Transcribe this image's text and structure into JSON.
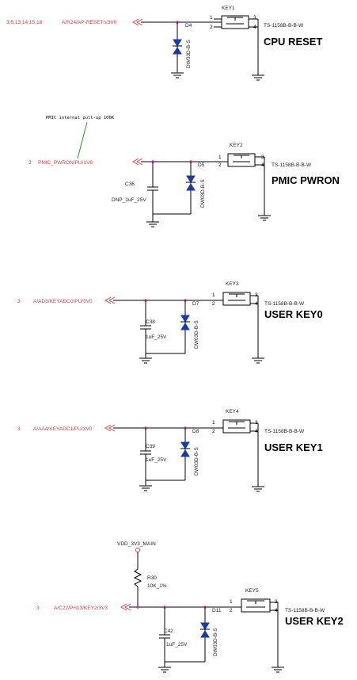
{
  "sections": [
    {
      "key": "KEY1",
      "diode": "D4",
      "diode_part": "DW03D-B-S",
      "switch_part": "TS-1158B-B-B-W",
      "title": "CPU RESET",
      "net": "A/R24/AP-RESETn/3V0",
      "sheet_ref": "3,6,13,14,15,18",
      "pins": [
        "1",
        "2",
        "3",
        "4"
      ]
    },
    {
      "key": "KEY2",
      "diode": "D5",
      "diode_part": "DW03D-B-S",
      "switch_part": "TS-1158B-B-B-W",
      "title": "PMIC PWRON",
      "net": "PMIC_PWRON/PU/1V8",
      "sheet_ref": "3",
      "note": "PMIC internal pull-up 100K",
      "cap": "C36",
      "cap_value": "DNP_1uF_25V",
      "pins": [
        "1",
        "2",
        "3",
        "4"
      ]
    },
    {
      "key": "KEY3",
      "diode": "D7",
      "diode_part": "DW03D-B-S",
      "switch_part": "TS-1158B-B-B-W",
      "title": "USER KEY0",
      "net": "A/AD3/KEYADC0/PU/3V0",
      "sheet_ref": "3",
      "cap": "C38",
      "cap_value": "1uF_25V",
      "pins": [
        "1",
        "2",
        "3",
        "4"
      ]
    },
    {
      "key": "KEY4",
      "diode": "D8",
      "diode_part": "DW03D-B-S",
      "switch_part": "TS-1158B-B-B-W",
      "title": "USER KEY1",
      "net": "A/AA4/KEYADC1/PU/3V0",
      "sheet_ref": "3",
      "cap": "C39",
      "cap_value": "1uF_25V",
      "pins": [
        "1",
        "2",
        "3",
        "4"
      ]
    },
    {
      "key": "KEY5",
      "diode": "D11",
      "diode_part": "DW03D-B-S",
      "switch_part": "TS-1158B-B-B-W",
      "title": "USER KEY2",
      "net": "A/C22/PH13/KEY2/3V3",
      "sheet_ref": "3",
      "cap": "C42",
      "cap_value": "1uF_25V",
      "supply": "VDD_3V3_MAIN",
      "res": "R30",
      "res_value": "10K_1%",
      "pins": [
        "1",
        "2",
        "3",
        "4"
      ]
    }
  ],
  "colors": {
    "net_label": "#e03a3a",
    "diode": "#1a3aa8",
    "junction": "#d0309a",
    "wire": "#000000"
  }
}
